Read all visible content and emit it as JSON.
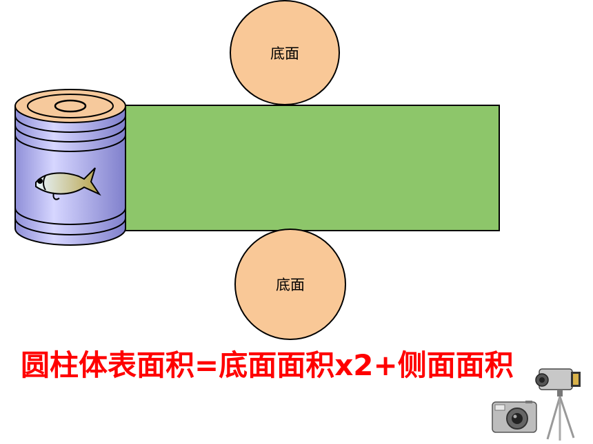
{
  "colors": {
    "base_fill": "#F9C897",
    "lateral_fill": "#8DC66A",
    "formula_text": "#FF0000",
    "can_body": "#B5B5F2",
    "can_lid": "#F6C99C"
  },
  "top_base": {
    "label": "底面"
  },
  "bottom_base": {
    "label": "底面"
  },
  "formula": {
    "text": "圆柱体表面积=底面面积x2+侧面面积"
  },
  "icons": [
    "fish-can-icon",
    "camera-icon",
    "camcorder-tripod-icon"
  ]
}
